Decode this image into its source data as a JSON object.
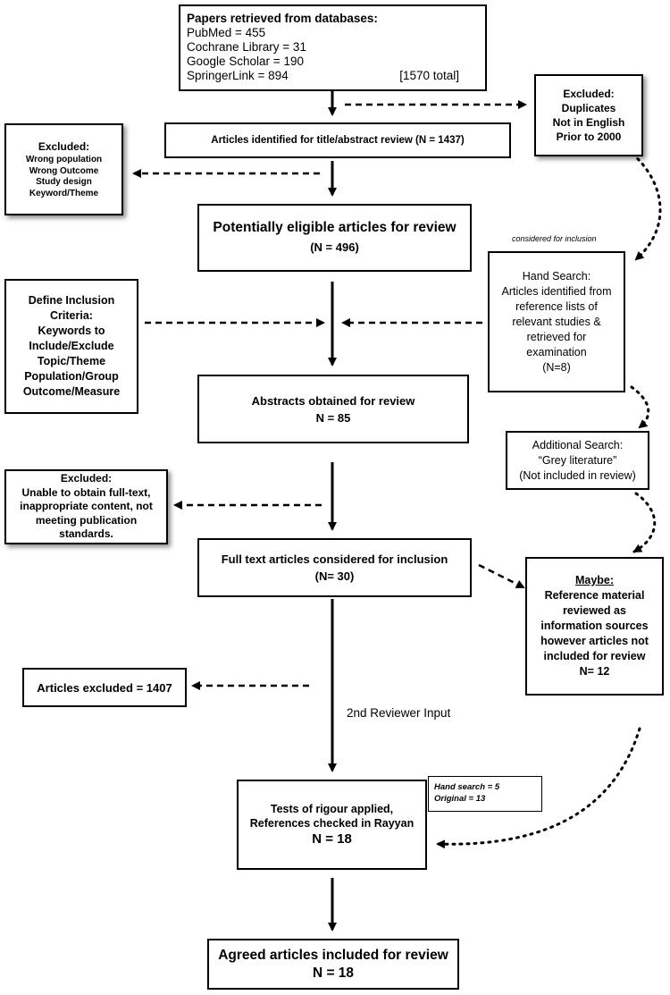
{
  "databases": {
    "heading": "Papers retrieved from databases:",
    "lines": [
      "PubMed = 455",
      "Cochrane Library = 31",
      "Google Scholar = 190"
    ],
    "last_line": "SpringerLink = 894",
    "total": "[1570 total]"
  },
  "excluded_top_right": {
    "lines": [
      "Excluded:",
      "Duplicates",
      "Not in English",
      "Prior to 2000"
    ]
  },
  "title_abstract": {
    "text": "Articles identified for title/abstract review (N = 1437)"
  },
  "excluded_left_1": {
    "heading": "Excluded:",
    "lines": [
      "Wrong population",
      "Wrong Outcome",
      "Study design",
      "Keyword/Theme"
    ]
  },
  "potentially_eligible": {
    "line1": "Potentially eligible articles for review",
    "line2": "(N = 496)"
  },
  "considered_label": "considered for inclusion",
  "hand_search": {
    "lines": [
      "Hand Search:",
      "Articles identified from",
      "reference lists of",
      "relevant studies &",
      "retrieved for",
      "examination",
      "(N=8)"
    ]
  },
  "inclusion_criteria": {
    "lines": [
      "Define Inclusion",
      "Criteria:",
      "Keywords to",
      "Include/Exclude",
      "Topic/Theme",
      "Population/Group",
      "Outcome/Measure"
    ]
  },
  "abstracts": {
    "line1": "Abstracts obtained for review",
    "line2": "N = 85"
  },
  "additional_search": {
    "lines": [
      "Additional Search:",
      "“Grey literature”",
      "(Not included in review)"
    ]
  },
  "excluded_left_2": {
    "lines": [
      "Excluded:",
      "Unable to obtain full-text,",
      "inappropriate content, not",
      "meeting publication",
      "standards."
    ]
  },
  "full_text": {
    "line1": "Full text articles considered for inclusion",
    "line2": "(N= 30)"
  },
  "maybe": {
    "heading": "Maybe:",
    "lines": [
      "Reference material",
      "reviewed as",
      "information sources",
      "however articles not",
      "included for review",
      "N= 12"
    ]
  },
  "articles_excluded": {
    "text": "Articles excluded = 1407"
  },
  "second_reviewer": "2nd Reviewer Input",
  "hand_search_note": {
    "lines": [
      "Hand search = 5",
      "Original = 13"
    ]
  },
  "rigour": {
    "lines": [
      "Tests of rigour applied,",
      "References checked in Rayyan"
    ],
    "n": "N = 18"
  },
  "agreed": {
    "line1": "Agreed articles included for review",
    "line2": "N = 18"
  }
}
